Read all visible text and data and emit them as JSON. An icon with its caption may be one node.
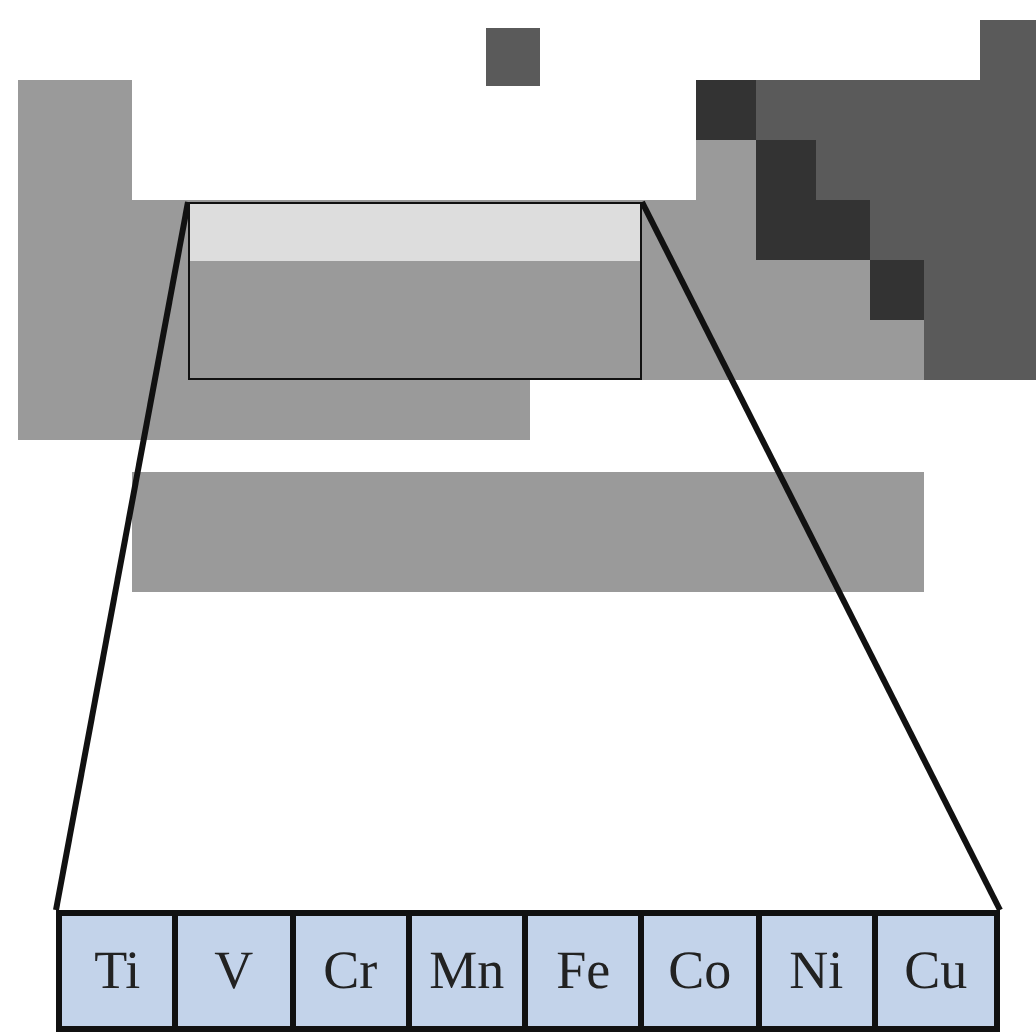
{
  "diagram": {
    "nodes": [
      {
        "text": [],
        "shape": "box"
      },
      {
        "text": [],
        "shape": "bar"
      },
      {
        "text": [
          "Ti"
        ],
        "in": 1
      },
      {
        "text": [
          "V"
        ],
        "in": 1
      },
      {
        "text": [
          "Cr"
        ],
        "in": 1
      },
      {
        "text": [
          "Mn"
        ],
        "in": 1
      },
      {
        "text": [
          "Fe"
        ],
        "in": 1
      },
      {
        "text": [
          "Co"
        ],
        "in": 1
      },
      {
        "text": [
          "Ni"
        ],
        "in": 1
      },
      {
        "text": [
          "Cu"
        ],
        "in": 1
      }
    ],
    "edges": [
      {
        "from": 0,
        "to": 1,
        "arrow": "none"
      },
      {
        "from": 0,
        "to": 1,
        "arrow": "none"
      }
    ]
  }
}
